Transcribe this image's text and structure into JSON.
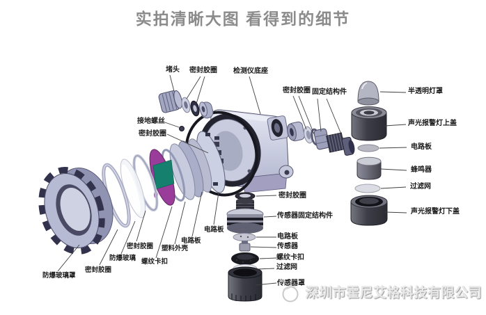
{
  "title": "实拍清晰大图 看得到的细节",
  "watermark": {
    "company": "深圳市霍尼艾格科技有限公司",
    "logo": "eagle-swoosh-circle-logo"
  },
  "colors": {
    "title_gray": "#8b8b8b",
    "label_black": "#1b1b1b",
    "metal_lavender": "#b7bad3",
    "pcb_purple": "#9a3d9a",
    "display_teal": "#15806d",
    "dark_metal": "#3c3c45",
    "watermark_gray": "#e9e9e9"
  },
  "diagram": {
    "labels": [
      {
        "text": "堵头"
      },
      {
        "text": "密封胶圈"
      },
      {
        "text": "检测仪底座"
      },
      {
        "text": "密封胶圈"
      },
      {
        "text": "固定结构件"
      },
      {
        "text": "接地螺丝"
      },
      {
        "text": "密封胶圈"
      },
      {
        "text": "半透明灯罩"
      },
      {
        "text": "声光报警灯上盖"
      },
      {
        "text": "电路板"
      },
      {
        "text": "蜂鸣器"
      },
      {
        "text": "过滤网"
      },
      {
        "text": "声光报警灯下盖"
      },
      {
        "text": "密封胶圈"
      },
      {
        "text": "传感器固定结构件"
      },
      {
        "text": "电路板"
      },
      {
        "text": "传感器"
      },
      {
        "text": "螺纹卡扣"
      },
      {
        "text": "过滤网"
      },
      {
        "text": "传感器罩"
      },
      {
        "text": "防爆玻璃罩"
      },
      {
        "text": "密封胶圈"
      },
      {
        "text": "防爆玻璃"
      },
      {
        "text": "密封胶圈"
      },
      {
        "text": "螺纹卡扣"
      },
      {
        "text": "塑料外壳"
      },
      {
        "text": "电路板"
      },
      {
        "text": "电路板"
      }
    ]
  }
}
